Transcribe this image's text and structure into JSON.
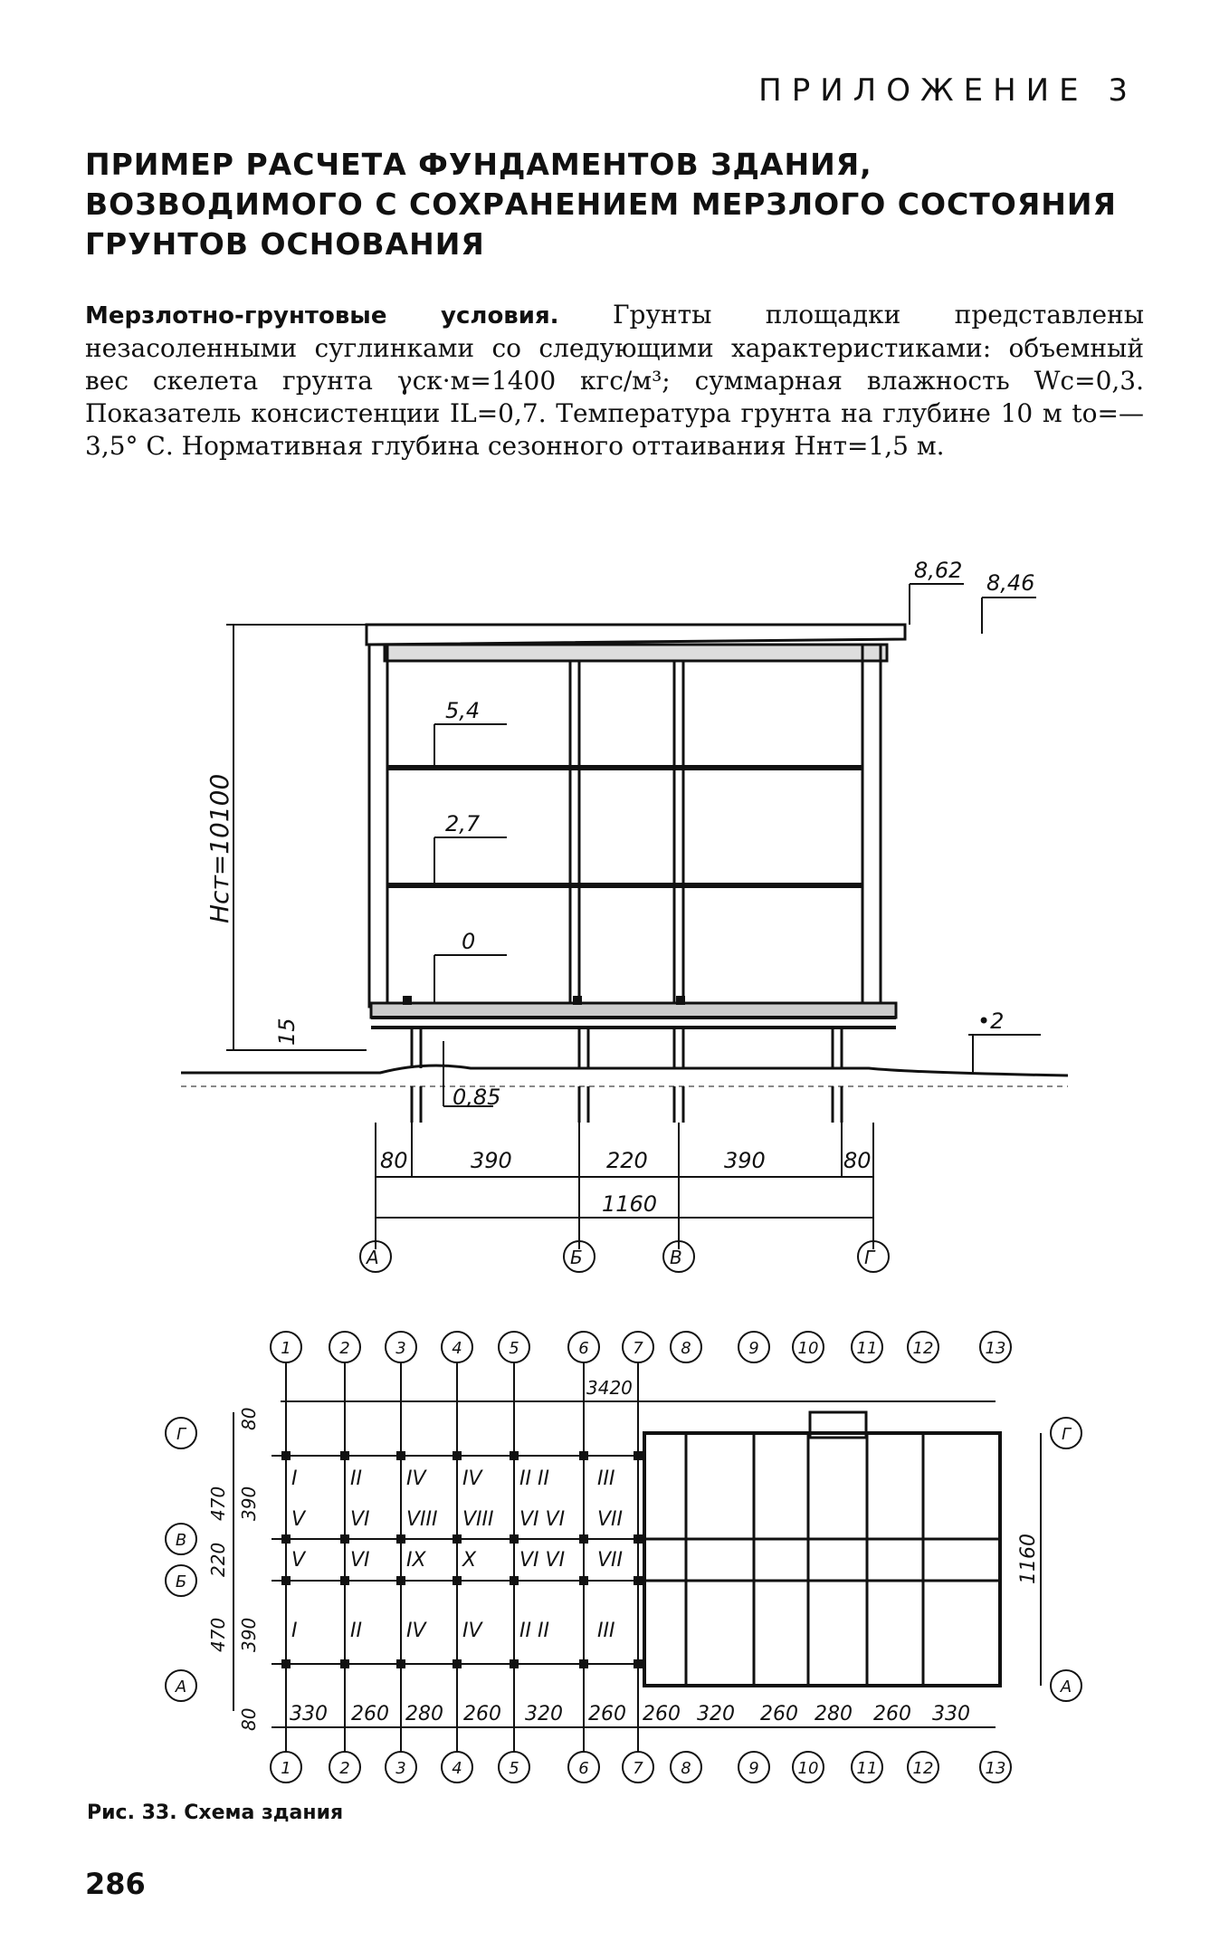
{
  "header": {
    "appendix": "ПРИЛОЖЕНИЕ 3"
  },
  "title_lines": [
    "ПРИМЕР РАСЧЕТА ФУНДАМЕНТОВ ЗДАНИЯ,",
    "ВОЗВОДИМОГО С СОХРАНЕНИЕМ МЕРЗЛОГО СОСТОЯНИЯ",
    "ГРУНТОВ ОСНОВАНИЯ"
  ],
  "paragraph": {
    "lead": "Мерзлотно-грунтовые условия.",
    "body": "Грунты площадки представлены незасоленными суглинками со следующими характеристиками: объемный вес скелета грунта γск·м=1400 кгс/м³; суммарная влажность Wс=0,3. Показатель консистенции IL=0,7. Температура грунта на глубине 10 м tо=—3,5° С. Нормативная глубина сезонного оттаивания Hнт=1,5 м."
  },
  "section": {
    "marks": {
      "roof_top": "8,62",
      "roof_edge": "8,46",
      "floor3": "5,4",
      "floor2": "2,7",
      "floor1": "0",
      "ground": "•2",
      "underfloor": "0,85",
      "plinth": "15"
    },
    "height_label": "Hст=10100",
    "dims": [
      "80",
      "390",
      "220",
      "390",
      "80"
    ],
    "total_width": "1160",
    "axes": [
      "А",
      "Б",
      "В",
      "Г"
    ]
  },
  "plan": {
    "column_axes": [
      "1",
      "2",
      "3",
      "4",
      "5",
      "6",
      "7",
      "8",
      "9",
      "10",
      "11",
      "12",
      "13"
    ],
    "row_axes": [
      "Г",
      "В",
      "Б",
      "А"
    ],
    "total_length": "3420",
    "total_width": "1160",
    "bay_dims": [
      "330",
      "260",
      "280",
      "260",
      "320",
      "260",
      "260",
      "320",
      "260",
      "280",
      "260",
      "330"
    ],
    "left_dims_outer": [
      "80",
      "470",
      "220",
      "470",
      "80"
    ],
    "left_dims_inner": [
      "390",
      "390"
    ],
    "row1_types": [
      "I",
      "II",
      "IV",
      "IV",
      "II II",
      "III"
    ],
    "row2_types": [
      "V",
      "VI",
      "VIII",
      "VIII",
      "VI VI",
      "VII"
    ],
    "row3_types": [
      "V",
      "VI",
      "IX",
      "X",
      "VI VI",
      "VII"
    ],
    "row4_types": [
      "I",
      "II",
      "IV",
      "IV",
      "II II",
      "III"
    ]
  },
  "figure_caption": "Рис. 33. Схема здания",
  "page_number": "286"
}
